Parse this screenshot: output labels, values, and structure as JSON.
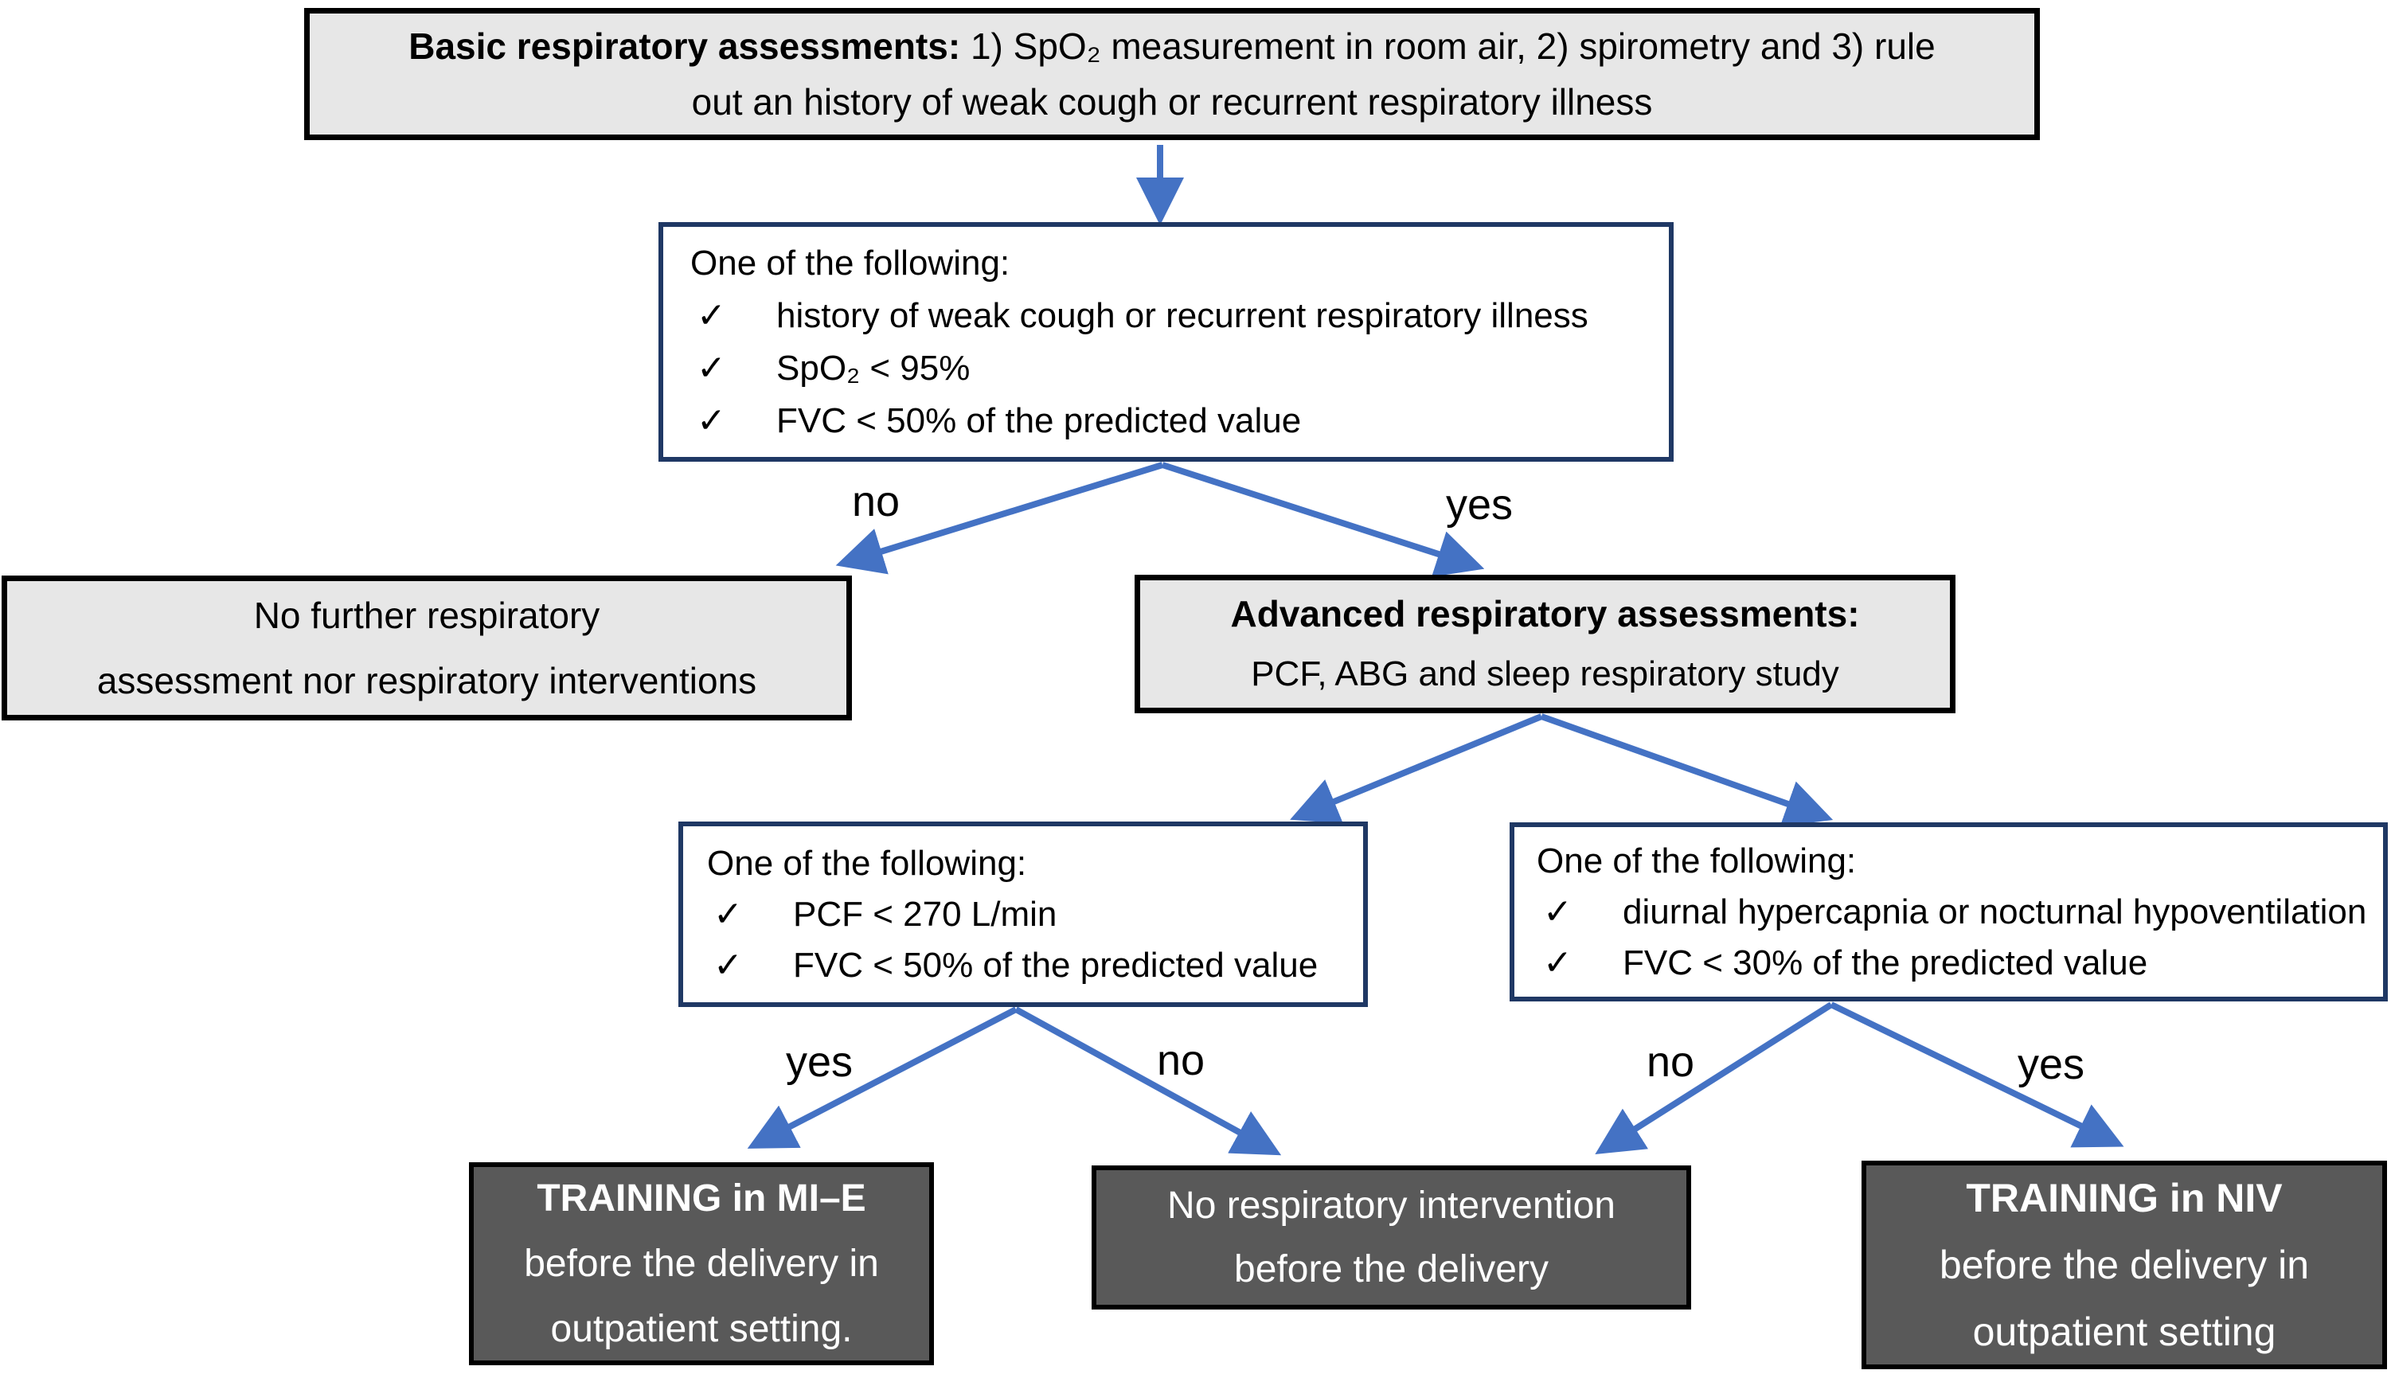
{
  "flowchart": {
    "check_glyph": "✓",
    "basic_box": {
      "heading": "Basic respiratory assessments:",
      "line1_rest": " 1) SpO₂ measurement in room air,  2) spirometry and 3) rule",
      "line2": "out an history of weak cough or recurrent respiratory illness"
    },
    "screening_box": {
      "intro": "One of the following:",
      "items": [
        "history of weak cough or recurrent respiratory illness",
        "SpO₂ < 95%",
        "FVC < 50% of the predicted value"
      ]
    },
    "branch1": {
      "no_label": "no",
      "yes_label": "yes"
    },
    "no_further_box": {
      "line1": "No further respiratory",
      "line2": "assessment nor respiratory interventions"
    },
    "advanced_box": {
      "heading": "Advanced respiratory assessments:",
      "subtitle": "PCF, ABG and  sleep respiratory study"
    },
    "mie_criteria_box": {
      "intro": "One of the following:",
      "items": [
        "PCF < 270 L/min",
        "FVC < 50% of the predicted value"
      ]
    },
    "niv_criteria_box": {
      "intro": "One of the following:",
      "items": [
        "diurnal hypercapnia or nocturnal hypoventilation",
        "FVC < 30% of the predicted value"
      ]
    },
    "branch2": {
      "yes_label": "yes",
      "no_label": "no"
    },
    "branch3": {
      "no_label": "no",
      "yes_label": "yes"
    },
    "outcome_mie_box": {
      "line1": "TRAINING in MI–E",
      "line2": "before the delivery in",
      "line3": "outpatient setting."
    },
    "outcome_none_box": {
      "line1": "No respiratory intervention",
      "line2": "before the delivery"
    },
    "outcome_niv_box": {
      "line1": "TRAINING in NIV",
      "line2": "before the delivery in",
      "line3": "outpatient setting"
    },
    "colors": {
      "light_box_fill": "#e7e7e7",
      "dark_box_fill": "#595959",
      "criteria_border": "#1f3864",
      "arrow": "#4472c4"
    }
  }
}
